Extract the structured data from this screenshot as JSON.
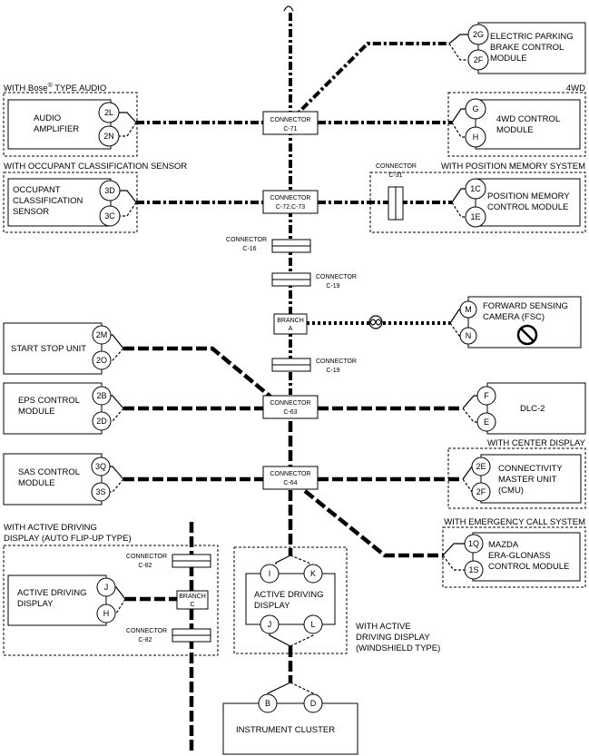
{
  "modules": {
    "epb": {
      "l1": "ELECTRIC PARKING",
      "l2": "BRAKE CONTROL",
      "l3": "MODULE",
      "pins": [
        "2G",
        "2F"
      ]
    },
    "audio": {
      "l1": "AUDIO",
      "l2": "AMPLIFIER",
      "pins": [
        "2L",
        "2N"
      ]
    },
    "awd": {
      "l1": "4WD CONTROL",
      "l2": "MODULE",
      "pins": [
        "G",
        "H"
      ]
    },
    "ocs": {
      "l1": "OCCUPANT",
      "l2": "CLASSIFICATION",
      "l3": "SENSOR",
      "pins": [
        "3D",
        "3C"
      ]
    },
    "pos": {
      "l1": "POSITION MEMORY",
      "l2": "CONTROL MODULE",
      "pins": [
        "1C",
        "1E"
      ]
    },
    "fsc": {
      "l1": "FORWARD SENSING",
      "l2": "CAMERA (FSC)",
      "pins": [
        "M",
        "N"
      ]
    },
    "ssu": {
      "l1": "START STOP UNIT",
      "pins": [
        "2M",
        "2O"
      ]
    },
    "eps": {
      "l1": "EPS CONTROL",
      "l2": "MODULE",
      "pins": [
        "2B",
        "2D"
      ]
    },
    "dlc": {
      "l1": "DLC-2",
      "pins": [
        "F",
        "E"
      ]
    },
    "sas": {
      "l1": "SAS CONTROL",
      "l2": "MODULE",
      "pins": [
        "3Q",
        "3S"
      ]
    },
    "cmu": {
      "l1": "CONNECTIVITY",
      "l2": "MASTER UNIT",
      "l3": "(CMU)",
      "pins": [
        "2E",
        "2F"
      ]
    },
    "era": {
      "l1": "MAZDA",
      "l2": "ERA-GLONASS",
      "l3": "CONTROL MODULE",
      "pins": [
        "1Q",
        "1S"
      ]
    },
    "add_left": {
      "l1": "ACTIVE DRIVING",
      "l2": "DISPLAY",
      "pins": [
        "J",
        "H"
      ]
    },
    "add_ws": {
      "l1": "ACTIVE DRIVING",
      "l2": "DISPLAY",
      "pins": [
        "I",
        "K",
        "J",
        "L"
      ]
    },
    "cluster": {
      "l1": "INSTRUMENT CLUSTER",
      "pins": [
        "B",
        "D"
      ]
    }
  },
  "groups": {
    "bose_pre": "WITH Bose",
    "bose_reg": "®",
    "bose_post": " TYPE AUDIO",
    "awd": "4WD",
    "ocs": "WITH OCCUPANT CLASSIFICATION SENSOR",
    "pos": "WITH POSITION MEMORY SYSTEM",
    "center": "WITH CENTER DISPLAY",
    "ecall": "WITH EMERGENCY CALL SYSTEM",
    "add_left_1": "WITH ACTIVE DRIVING",
    "add_left_2": "DISPLAY (AUTO FLIP-UP TYPE)",
    "add_ws_1": "WITH ACTIVE",
    "add_ws_2": "DRIVING DISPLAY",
    "add_ws_3": "(WINDSHIELD TYPE)"
  },
  "connectors": {
    "connector_word": "CONNECTOR",
    "c71": "C-71",
    "c72": "C-72,C-73",
    "c16": "C-16",
    "c19": "C-19",
    "c63": "C-63",
    "c64": "C-64",
    "c31": "C-31",
    "c82": "C-82",
    "branch_word": "BRANCH",
    "branch_a": "A",
    "branch_c": "C"
  }
}
